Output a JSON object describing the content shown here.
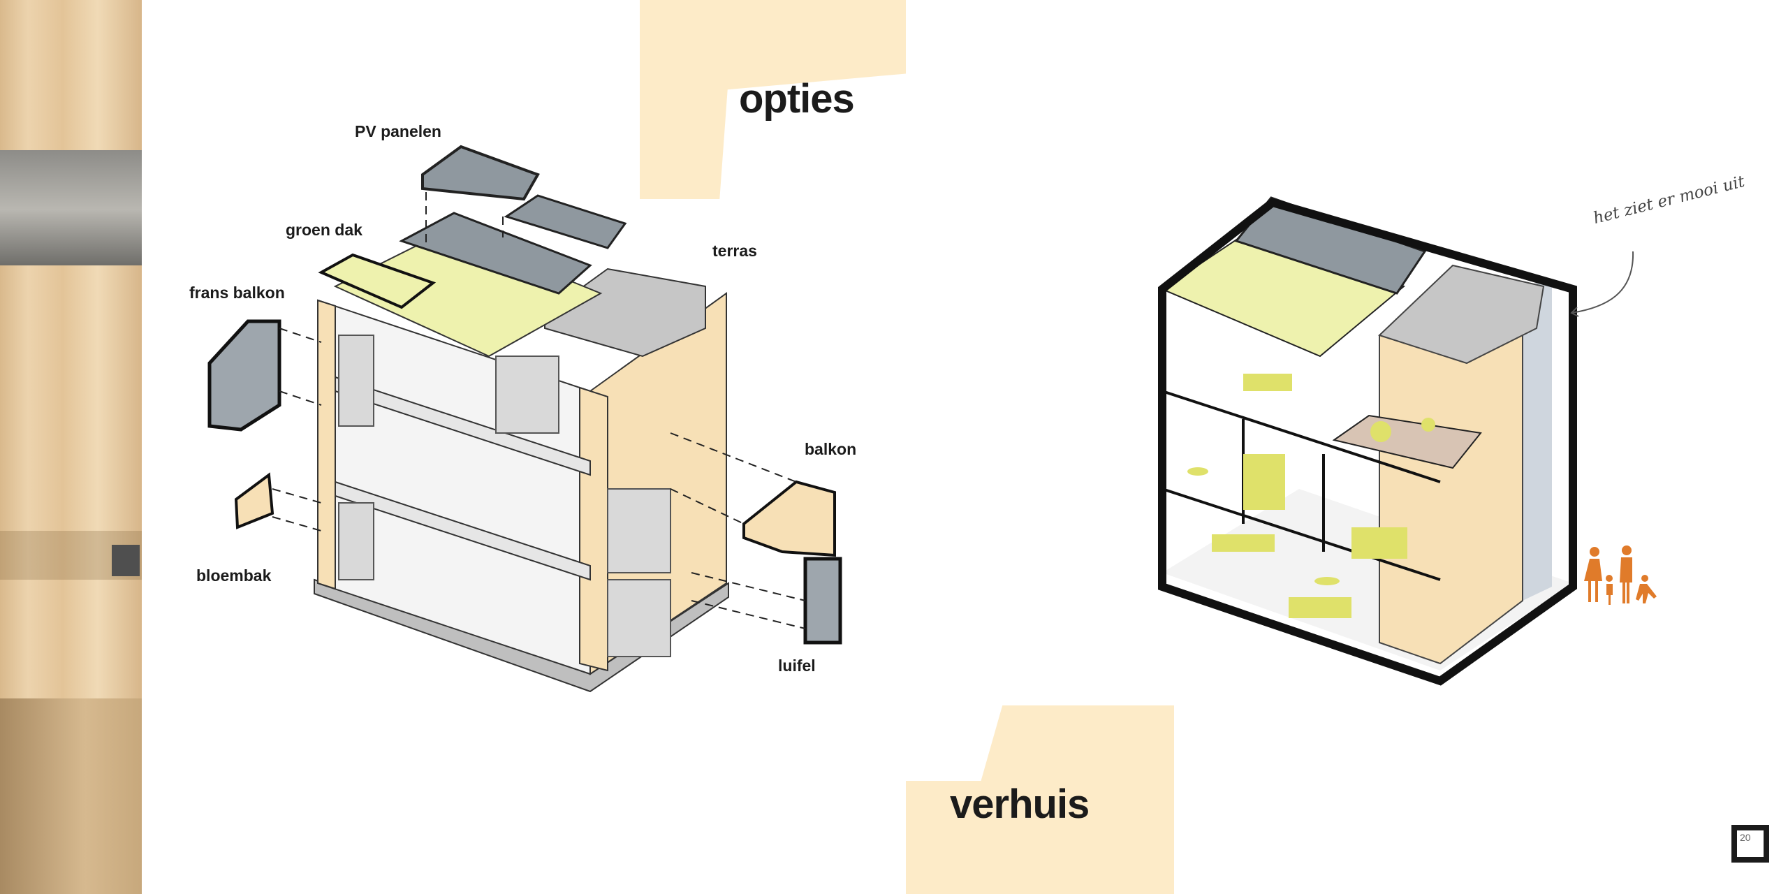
{
  "headings": {
    "top": "opties",
    "bottom": "verhuis"
  },
  "labels": {
    "pv": "PV panelen",
    "green_roof": "groen dak",
    "french_balcony": "frans balkon",
    "terrace": "terras",
    "balcony": "balkon",
    "planter": "bloembak",
    "canopy": "luifel"
  },
  "note": "het ziet er mooi uit",
  "page_number": "20",
  "colors": {
    "beige": "#fdebc8",
    "wood": "#f7e0b6",
    "green": "#eef2ae",
    "panel": "#8f989f",
    "furniture": "#dfe16a",
    "figures": "#e07b2a"
  }
}
